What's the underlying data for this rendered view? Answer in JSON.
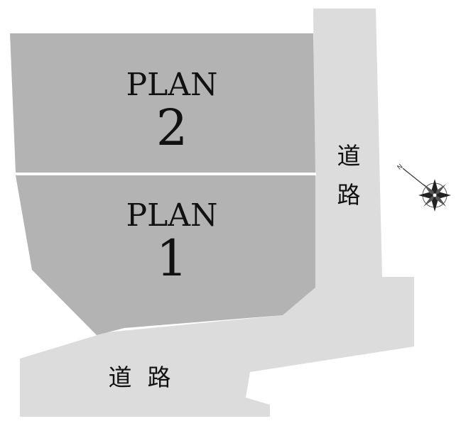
{
  "lots": [
    {
      "label": "PLAN",
      "number": "2"
    },
    {
      "label": "PLAN",
      "number": "1"
    }
  ],
  "roads": {
    "east": {
      "char_1": "道",
      "char_2": "路"
    },
    "south": {
      "char_1": "道",
      "char_2": "路"
    }
  },
  "compass": {
    "letter": "N",
    "icon": "compass-rose-icon"
  },
  "colors": {
    "lot_fill": "#b3b3b3",
    "road_fill": "#dcdcdc",
    "text": "#111111"
  }
}
